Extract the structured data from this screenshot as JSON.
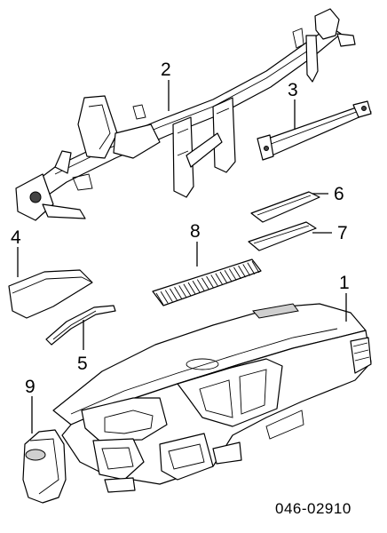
{
  "callouts": {
    "c1": "1",
    "c2": "2",
    "c3": "3",
    "c4": "4",
    "c5": "5",
    "c6": "6",
    "c7": "7",
    "c8": "8",
    "c9": "9"
  },
  "part_number": "046-02910"
}
